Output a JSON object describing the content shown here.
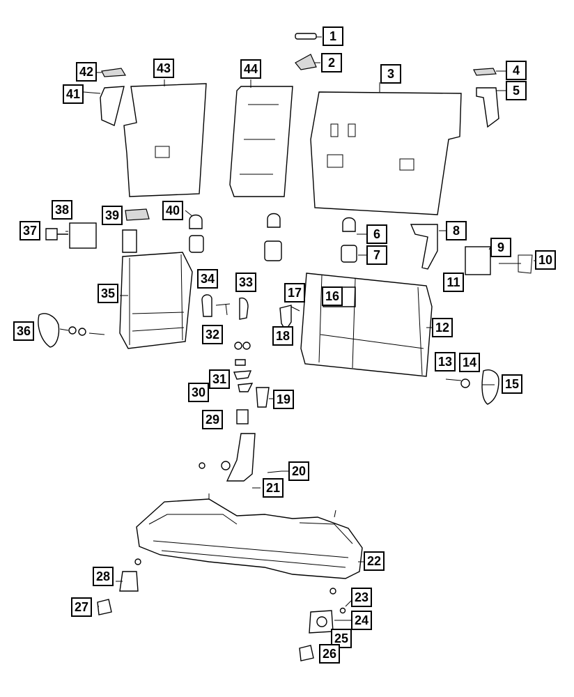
{
  "callouts": [
    {
      "id": "1",
      "label": "1"
    },
    {
      "id": "2",
      "label": "2"
    },
    {
      "id": "3",
      "label": "3"
    },
    {
      "id": "4",
      "label": "4"
    },
    {
      "id": "5",
      "label": "5"
    },
    {
      "id": "6",
      "label": "6"
    },
    {
      "id": "7",
      "label": "7"
    },
    {
      "id": "8",
      "label": "8"
    },
    {
      "id": "9",
      "label": "9"
    },
    {
      "id": "10",
      "label": "10"
    },
    {
      "id": "11",
      "label": "11"
    },
    {
      "id": "12",
      "label": "12"
    },
    {
      "id": "13",
      "label": "13"
    },
    {
      "id": "14",
      "label": "14"
    },
    {
      "id": "15",
      "label": "15"
    },
    {
      "id": "16",
      "label": "16"
    },
    {
      "id": "17",
      "label": "17"
    },
    {
      "id": "18",
      "label": "18"
    },
    {
      "id": "19",
      "label": "19"
    },
    {
      "id": "20",
      "label": "20"
    },
    {
      "id": "21",
      "label": "21"
    },
    {
      "id": "22",
      "label": "22"
    },
    {
      "id": "23",
      "label": "23"
    },
    {
      "id": "24",
      "label": "24"
    },
    {
      "id": "25",
      "label": "25"
    },
    {
      "id": "26",
      "label": "26"
    },
    {
      "id": "27",
      "label": "27"
    },
    {
      "id": "28",
      "label": "28"
    },
    {
      "id": "29",
      "label": "29"
    },
    {
      "id": "30",
      "label": "30"
    },
    {
      "id": "31",
      "label": "31"
    },
    {
      "id": "32",
      "label": "32"
    },
    {
      "id": "33",
      "label": "33"
    },
    {
      "id": "34",
      "label": "34"
    },
    {
      "id": "35",
      "label": "35"
    },
    {
      "id": "36",
      "label": "36"
    },
    {
      "id": "37",
      "label": "37"
    },
    {
      "id": "38",
      "label": "38"
    },
    {
      "id": "39",
      "label": "39"
    },
    {
      "id": "40",
      "label": "40"
    },
    {
      "id": "41",
      "label": "41"
    },
    {
      "id": "42",
      "label": "42"
    },
    {
      "id": "43",
      "label": "43"
    },
    {
      "id": "44",
      "label": "44"
    }
  ]
}
